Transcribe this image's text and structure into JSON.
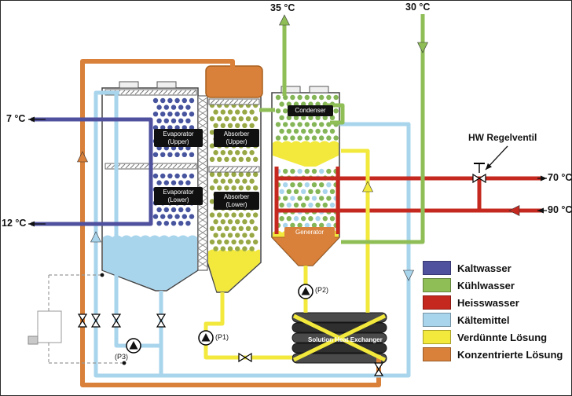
{
  "labels": {
    "temp_35": "35 °C",
    "temp_30": "30 °C",
    "temp_7": "7 °C",
    "temp_12": "12 °C",
    "temp_70": "70 °C",
    "temp_90": "90 °C",
    "hw_valve": "HW Regelventil"
  },
  "components": {
    "evaporator_upper": {
      "line1": "Evaporator",
      "line2": "(Upper)"
    },
    "evaporator_lower": {
      "line1": "Evaporator",
      "line2": "(Lower)"
    },
    "absorber_upper": {
      "line1": "Absorber",
      "line2": "(Upper)"
    },
    "absorber_lower": {
      "line1": "Absorber",
      "line2": "(Lower)"
    },
    "condenser": "Condenser",
    "generator": "Generator",
    "shx": {
      "line1": "Solution Heat",
      "line2": "Exchanger"
    }
  },
  "pumps": {
    "p1": "(P1)",
    "p2": "(P2)",
    "p3": "(P3)"
  },
  "legend": {
    "items": [
      {
        "label": "Kaltwasser",
        "color": "#4F519F"
      },
      {
        "label": "Kühlwasser",
        "color": "#8FBE57"
      },
      {
        "label": "Heisswasser",
        "color": "#C4281E"
      },
      {
        "label": "Kältemittel",
        "color": "#A8D4EC"
      },
      {
        "label": "Verdünnte Lösung",
        "color": "#F2E93C"
      },
      {
        "label": "Konzentrierte Lösung",
        "color": "#D9813B"
      }
    ]
  }
}
